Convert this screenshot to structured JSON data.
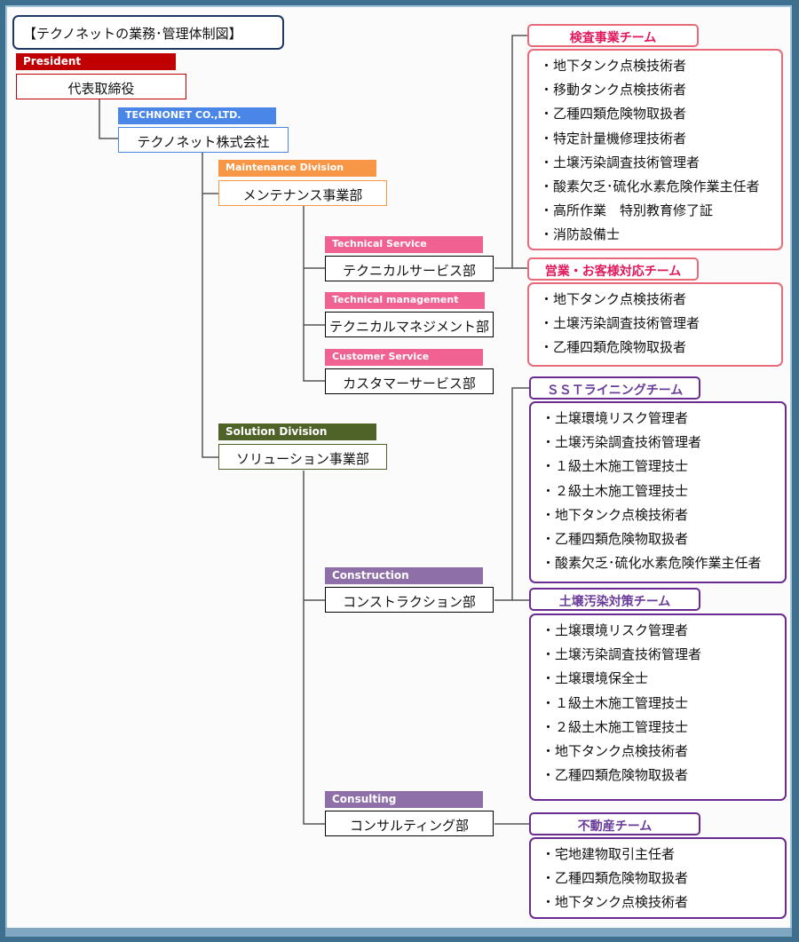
{
  "title": "【テクノネットの業務･管理体制図】",
  "colors": {
    "president": "#c00000",
    "technonet": "#4a86e8",
    "maintenance": "#f79646",
    "pink_unit": "#f06292",
    "solution": "#4f6228",
    "purple_unit": "#8e6fa8",
    "team_pink": "#e86a7a",
    "team_purple": "#6a2c91"
  },
  "president": {
    "tag": "President",
    "name": "代表取締役"
  },
  "company": {
    "tag": "TECHNONET CO.,LTD.",
    "name": "テクノネット株式会社"
  },
  "maintenance": {
    "tag": "Maintenance Division",
    "name": "メンテナンス事業部",
    "units": [
      {
        "tag": "Technical Service",
        "name": "テクニカルサービス部"
      },
      {
        "tag": "Technical management",
        "name": "テクニカルマネジメント部"
      },
      {
        "tag": "Customer Service",
        "name": "カスタマーサービス部"
      }
    ]
  },
  "solution": {
    "tag": "Solution Division",
    "name": "ソリューション事業部",
    "units": [
      {
        "tag": "Construction",
        "name": "コンストラクション部"
      },
      {
        "tag": "Consulting",
        "name": "コンサルティング部"
      }
    ]
  },
  "teams": [
    {
      "name": "検査事業チーム",
      "quals": [
        "・地下タンク点検技術者",
        "・移動タンク点検技術者",
        "・乙種四類危険物取扱者",
        "・特定計量機修理技術者",
        "・土壌汚染調査技術管理者",
        "・酸素欠乏･硫化水素危険作業主任者",
        "・高所作業　特別教育修了証",
        "・消防設備士"
      ]
    },
    {
      "name": "営業・お客様対応チーム",
      "quals": [
        "・地下タンク点検技術者",
        "・土壌汚染調査技術管理者",
        "・乙種四類危険物取扱者"
      ]
    },
    {
      "name": "ＳＳＴライニングチーム",
      "quals": [
        "・土壌環境リスク管理者",
        "・土壌汚染調査技術管理者",
        "・１級土木施工管理技士",
        "・２級土木施工管理技士",
        "・地下タンク点検技術者",
        "・乙種四類危険物取扱者",
        "・酸素欠乏･硫化水素危険作業主任者"
      ]
    },
    {
      "name": "土壌汚染対策チーム",
      "quals": [
        "・土壌環境リスク管理者",
        "・土壌汚染調査技術管理者",
        "・土壌環境保全士",
        "・１級土木施工管理技士",
        "・２級土木施工管理技士",
        "・地下タンク点検技術者",
        "・乙種四類危険物取扱者"
      ]
    },
    {
      "name": "不動産チーム",
      "quals": [
        "・宅地建物取引主任者",
        "・乙種四類危険物取扱者",
        "・地下タンク点検技術者"
      ]
    }
  ]
}
